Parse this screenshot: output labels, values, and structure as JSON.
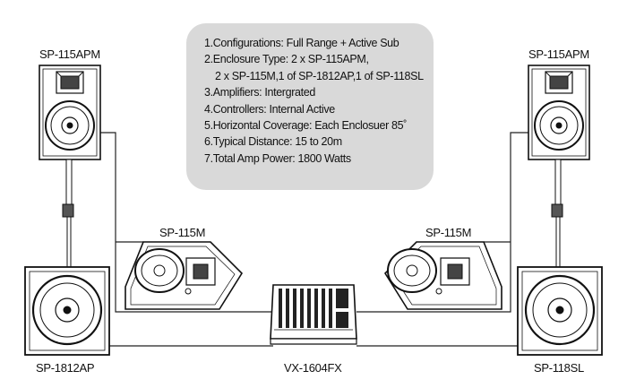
{
  "specs": [
    "1.Configurations: Full Range + Active Sub",
    "2.Enclosure Type: 2 x SP-115APM,",
    "2 x SP-115M,1 of SP-1812AP,1 of SP-118SL",
    "3.Amplifiers: Intergrated",
    "4.Controllers: Internal Active",
    "5.Horizontal Coverage: Each Enclosuer 85˚",
    "6.Typical Distance: 15 to 20m",
    "7.Total Amp Power: 1800 Watts"
  ],
  "labels": {
    "top_left_speaker": "SP-115APM",
    "top_right_speaker": "SP-115APM",
    "left_monitor": "SP-115M",
    "right_monitor": "SP-115M",
    "left_sub": "SP-1812AP",
    "right_sub": "SP-118SL",
    "mixer": "VX-1604FX"
  }
}
